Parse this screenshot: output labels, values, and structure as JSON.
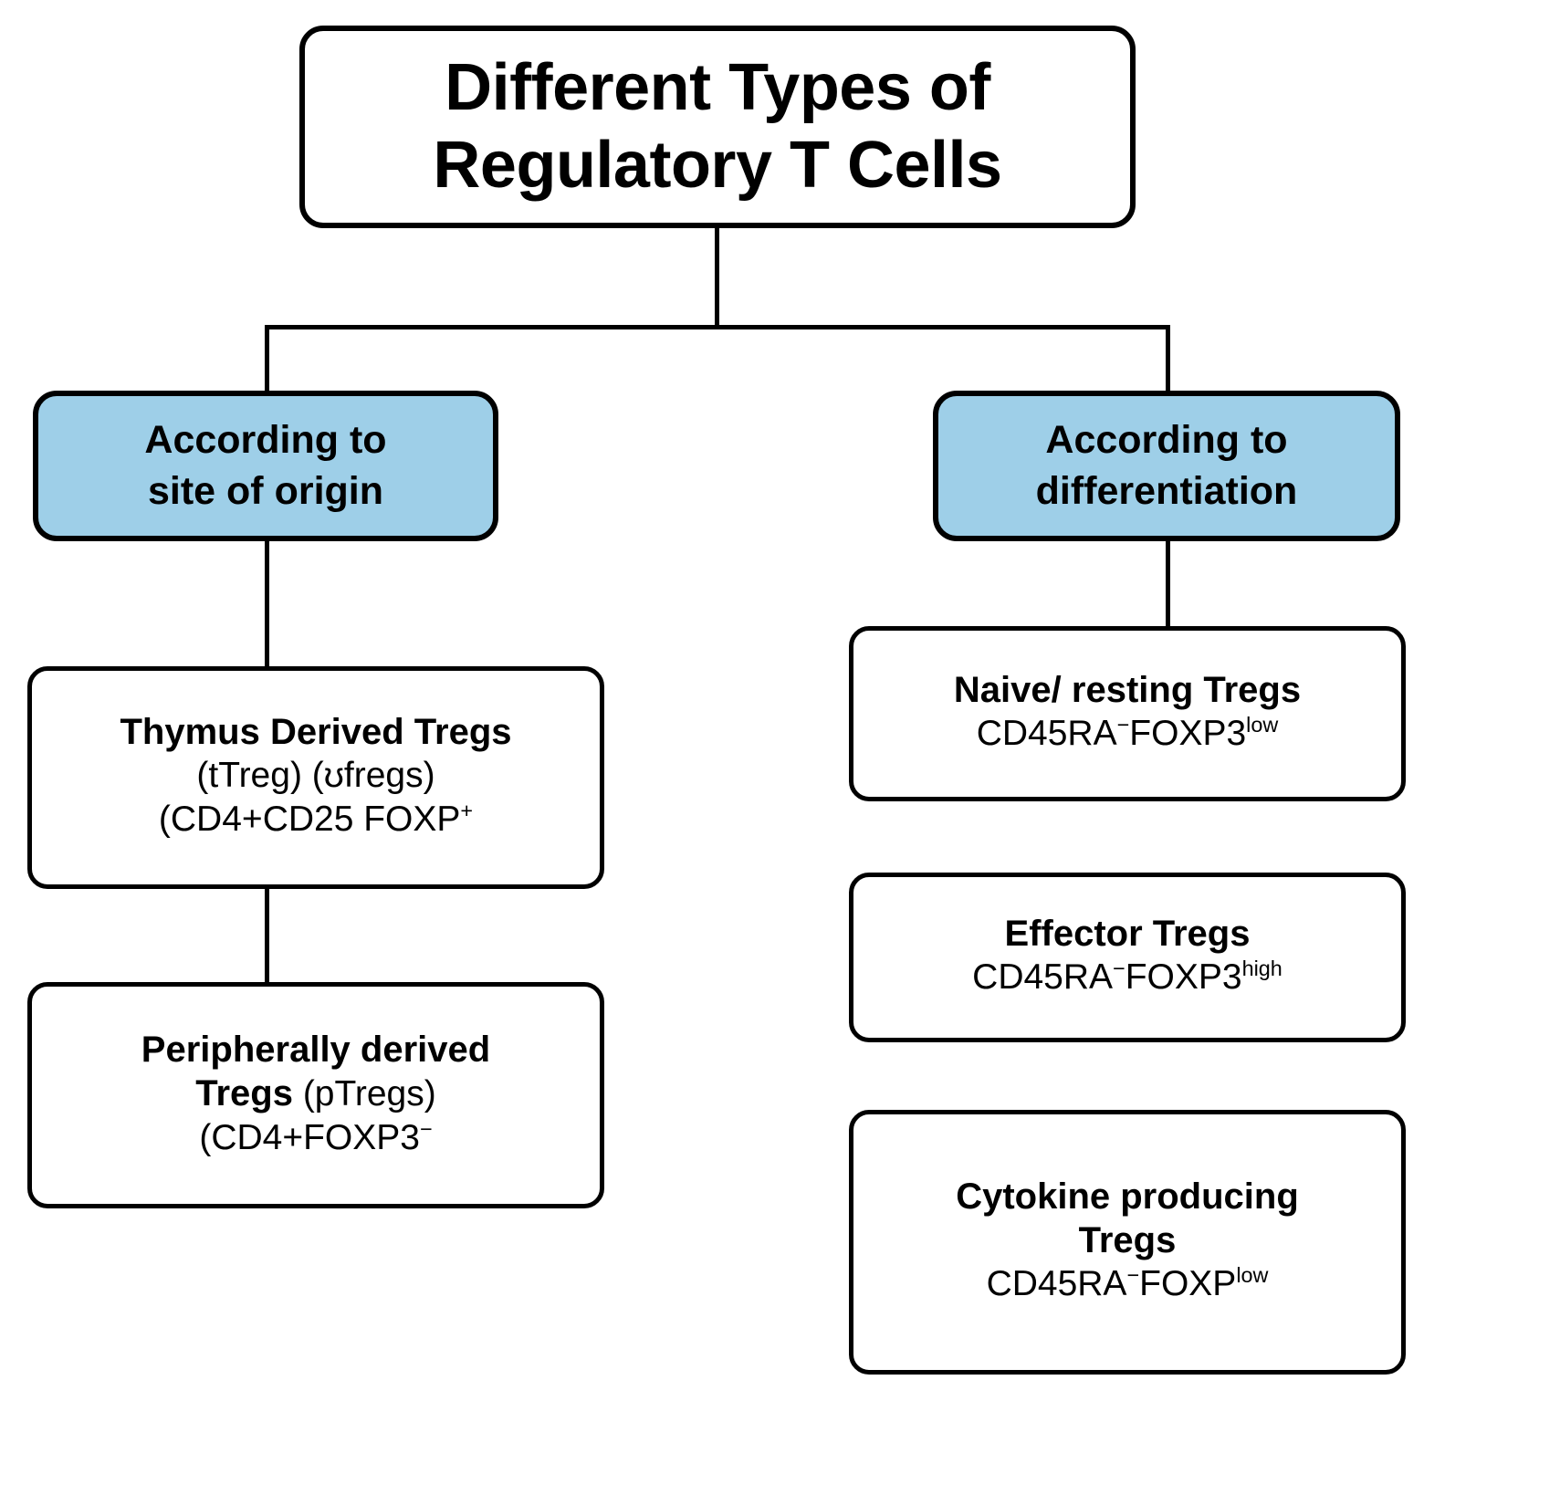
{
  "diagram": {
    "title_line1": "Different Types of",
    "title_line2": "Regulatory T Cells",
    "accent_color": "#9ecfe8",
    "border_color": "#000000",
    "background_color": "#ffffff"
  },
  "branches": {
    "left": {
      "category_line1": "According to",
      "category_line2": "site of origin",
      "nodes": [
        {
          "title": "Thymus Derived Tregs",
          "sub1": "(tTreg) (ʊfregs)",
          "sub2_base": "(CD4+CD25 FOXP",
          "sub2_sup": "+"
        },
        {
          "title_part1": "Peripherally derived",
          "title_part2_bold": "Tregs",
          "title_part2_reg": " (pTregs)",
          "sub_base": "(CD4+FOXP3",
          "sub_sup": "−"
        }
      ]
    },
    "right": {
      "category_line1": "According to",
      "category_line2": "differentiation",
      "nodes": [
        {
          "title": "Naive/ resting Tregs",
          "sub_pre": "CD45RA",
          "sub_sup1": "−",
          "sub_mid": "FOXP3",
          "sub_sup2": "low"
        },
        {
          "title": "Effector Tregs",
          "sub_pre": "CD45RA",
          "sub_sup1": "−",
          "sub_mid": "FOXP3",
          "sub_sup2": "high"
        },
        {
          "title_line1": "Cytokine producing",
          "title_line2": "Tregs",
          "sub_pre": "CD45RA",
          "sub_sup1": "−",
          "sub_mid": "FOXP",
          "sub_sup2": "low"
        }
      ]
    }
  }
}
